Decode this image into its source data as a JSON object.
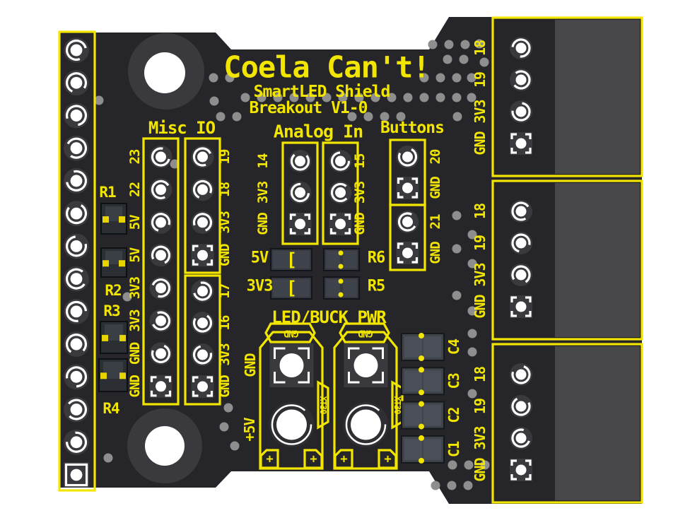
{
  "board": {
    "title": "Coela Can't!",
    "subtitle1": "SmartLED Shield",
    "subtitle2": "Breakout V1-0",
    "sections": {
      "misc_io": {
        "label": "Misc IO",
        "left_pins": [
          "23",
          "22",
          "5V",
          "5V",
          "3V3",
          "3V3",
          "GND",
          "GND"
        ],
        "right_pins": [
          "19",
          "18",
          "3V3",
          "GND",
          "17",
          "16",
          "3V3",
          "GND"
        ]
      },
      "analog_in": {
        "label": "Analog In",
        "left_pins": [
          "14",
          "3V3",
          "GND"
        ],
        "right_pins": [
          "15",
          "3V3",
          "GND"
        ]
      },
      "buttons": {
        "label": "Buttons",
        "pins": [
          "20",
          "GND",
          "21",
          "GND"
        ]
      },
      "power": {
        "label": "LED/BUCK PWR",
        "tab_label": "GND",
        "connector_label": "XT30",
        "rail_gnd": "GND",
        "rail_5v": "+5V",
        "plus": "+"
      },
      "right_connectors": {
        "pins": [
          "18",
          "19",
          "3V3",
          "GND"
        ]
      }
    },
    "components": {
      "resistors_left": [
        "R1",
        "R2",
        "R3",
        "R4"
      ],
      "rail_rows": [
        {
          "rail": "5V",
          "designator": "R6",
          "bracket": "["
        },
        {
          "rail": "3V3",
          "designator": "R5",
          "bracket": "["
        }
      ],
      "capacitors": [
        "C1",
        "C2",
        "C3",
        "C4"
      ]
    },
    "colors": {
      "silkscreen": "#F2E600",
      "board": "#26262A",
      "connector_body": "#48484B",
      "pad_dark": "#3A3A3E",
      "pad_white": "#FFFFFF",
      "via": "#8E8E8E",
      "background": "#FFFFFF"
    }
  }
}
